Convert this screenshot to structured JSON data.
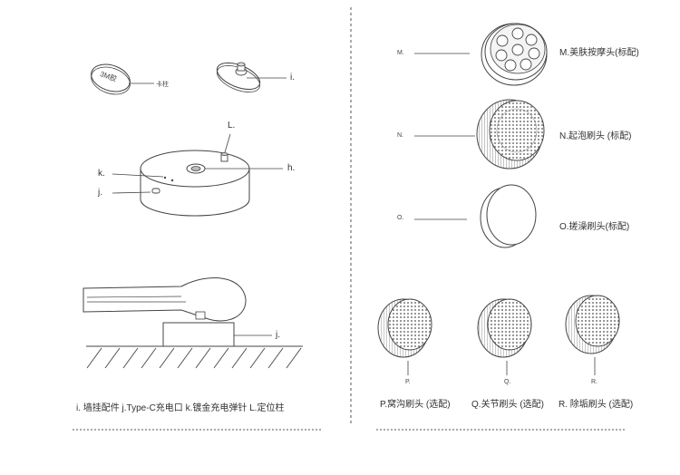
{
  "left_panel": {
    "tape_text": "3M胶",
    "tape_post_label": "卡柱",
    "labels": {
      "i": "i.",
      "L": "L.",
      "k": "k.",
      "j": "j.",
      "h": "h.",
      "j2": "j."
    },
    "caption": "i. 墙挂配件  j.Type-C充电口  k.镀金充电弹针  L.定位柱"
  },
  "right_panel": {
    "heads": [
      {
        "marker": "M.",
        "name": "M.美肤按摩头(标配)"
      },
      {
        "marker": "N.",
        "name": "N.起泡刷头 (标配)"
      },
      {
        "marker": "O.",
        "name": "O.搓澡刷头(标配)"
      }
    ],
    "bottom_heads": [
      {
        "marker": "P.",
        "name": "P.窝沟刷头 (选配)"
      },
      {
        "marker": "Q.",
        "name": "Q.关节刷头 (选配)"
      },
      {
        "marker": "R.",
        "name": "R. 除垢刷头 (选配)"
      }
    ]
  }
}
